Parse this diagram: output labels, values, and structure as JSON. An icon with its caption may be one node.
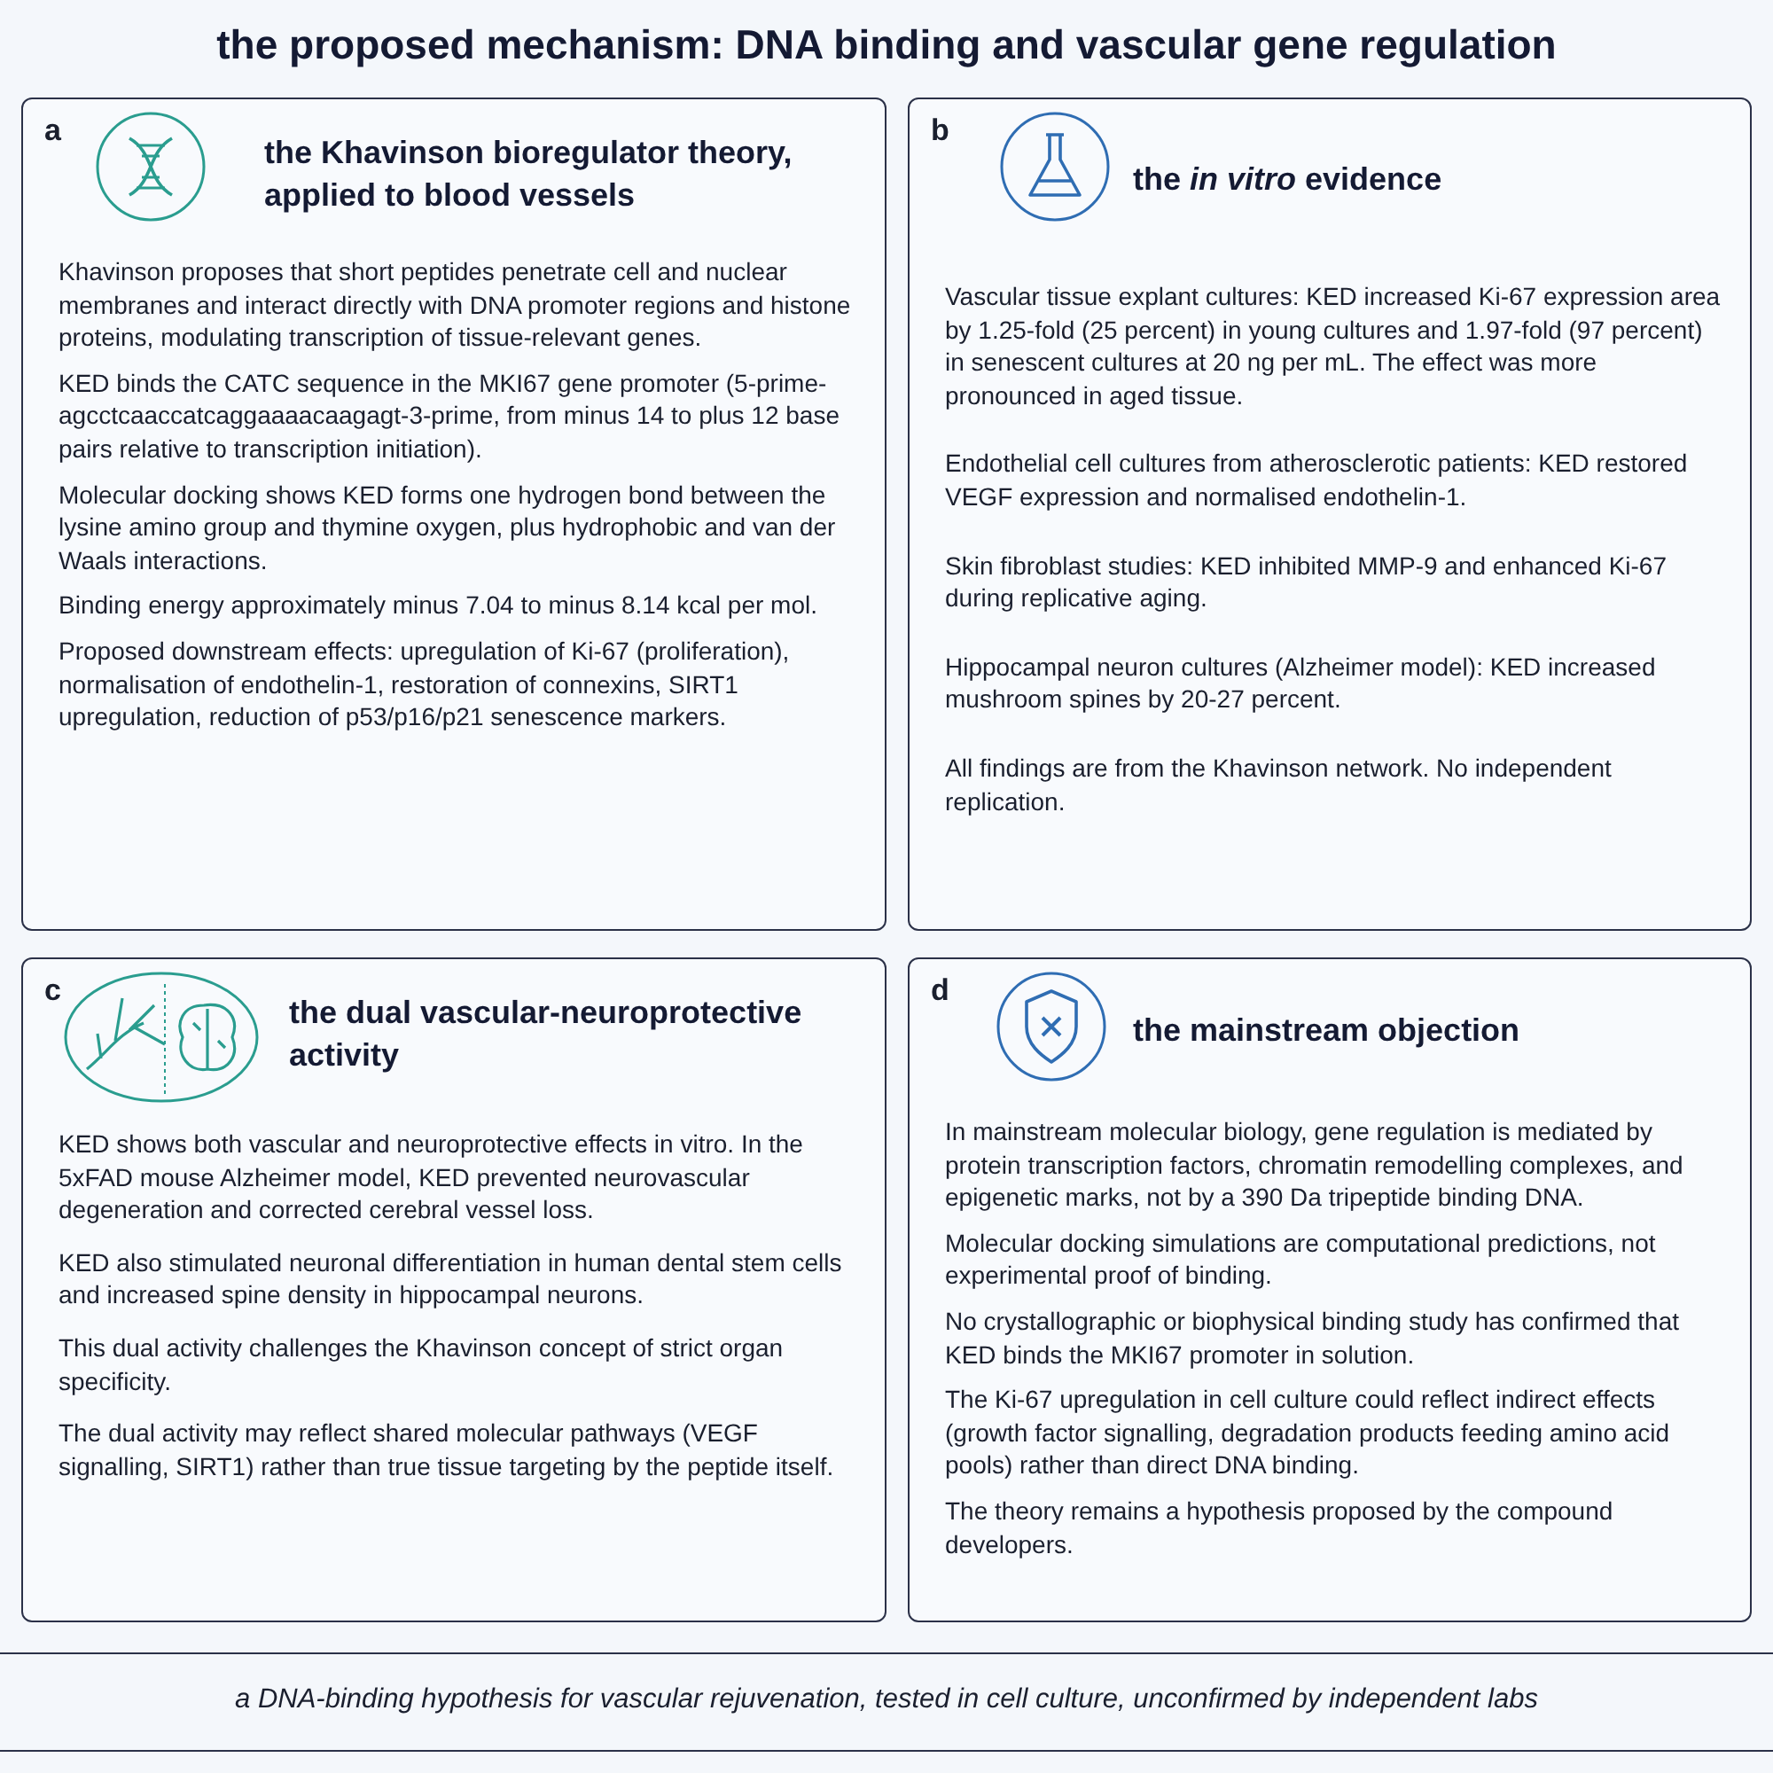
{
  "diagram": {
    "title": "the proposed mechanism: DNA binding and vascular gene regulation",
    "caption": "a DNA-binding hypothesis for vascular rejuvenation, tested in cell culture, unconfirmed by independent labs",
    "nodes": [
      {
        "text": [
          "a",
          "the Khavinson bioregulator theory, applied to blood vessels",
          "Khavinson proposes that short peptides penetrate cell and nuclear membranes and interact directly with DNA promoter regions and histone proteins, modulating transcription of tissue-relevant genes.",
          "KED binds the CATC sequence in the MKI67 gene promoter (5-prime-agcctcaaccatcaggaaaacaagagt-3-prime, from minus 14 to plus 12 base pairs relative to transcription initiation).",
          "Molecular docking shows KED forms one hydrogen bond between the lysine amino group and thymine oxygen, plus hydrophobic and van der Waals interactions.",
          "Binding energy approximately minus 7.04 to minus 8.14 kcal per mol.",
          "Proposed downstream effects: upregulation of Ki-67 (proliferation), normalisation of endothelin-1, restoration of connexins, SIRT1 upregulation, reduction of p53/p16/p21 senescence markers."
        ]
      },
      {
        "text": [
          "b",
          "the *in vitro* evidence",
          "Vascular tissue explant cultures: KED increased Ki-67 expression area by 1.25-fold (25 percent) in young cultures and 1.97-fold (97 percent) in senescent cultures at 20 ng per mL. The effect was more pronounced in aged tissue.",
          "Endothelial cell cultures from atherosclerotic patients: KED restored VEGF expression and normalised endothelin-1.",
          "Skin fibroblast studies: KED inhibited MMP-9 and enhanced Ki-67 during replicative aging.",
          "Hippocampal neuron cultures (Alzheimer model): KED increased mushroom spines by 20-27 percent.",
          "All findings are from the Khavinson network. No independent replication."
        ]
      },
      {
        "text": [
          "c",
          "the dual vascular-neuroprotective activity",
          "KED shows both vascular and neuroprotective effects in vitro. In the 5xFAD mouse Alzheimer model, KED prevented neurovascular degeneration and corrected cerebral vessel loss.",
          "KED also stimulated neuronal differentiation in human dental stem cells and increased spine density in hippocampal neurons.",
          "This dual activity challenges the Khavinson concept of strict organ specificity.",
          "The dual activity may reflect shared molecular pathways (VEGF signalling, SIRT1) rather than true tissue targeting by the peptide itself."
        ]
      },
      {
        "text": [
          "d",
          "the mainstream objection",
          "In mainstream molecular biology, gene regulation is mediated by protein transcription factors, chromatin remodelling complexes, and epigenetic marks, not by a 390 Da tripeptide binding DNA.",
          "Molecular docking simulations are computational predictions, not experimental proof of binding.",
          "No crystallographic or biophysical binding study has confirmed that KED binds the MKI67 promoter in solution.",
          "The Ki-67 upregulation in cell culture could reflect indirect effects (growth factor signalling, degradation products feeding amino acid pools) rather than direct DNA binding.",
          "The theory remains a hypothesis proposed by the compound developers."
        ]
      }
    ]
  }
}
